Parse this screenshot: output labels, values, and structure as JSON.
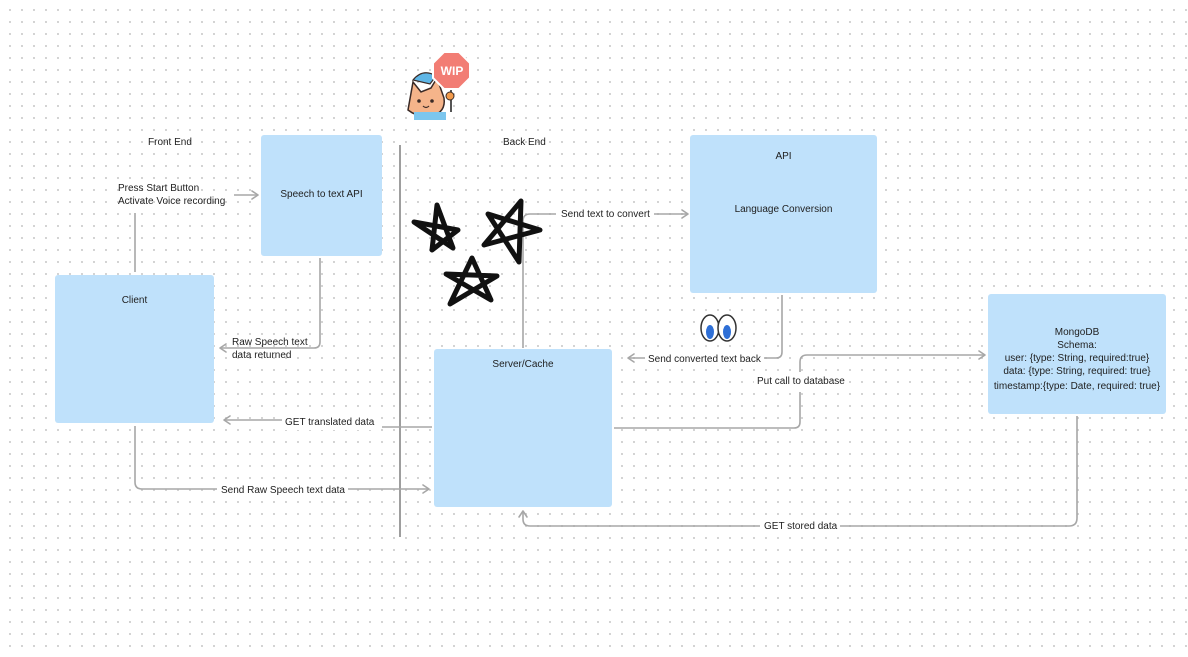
{
  "section_labels": {
    "front_end": "Front End",
    "back_end": "Back End"
  },
  "boxes": {
    "speech_api": "Speech to text API",
    "client": "Client",
    "api_title": "API",
    "api_subtitle": "Language Conversion",
    "server": "Server/Cache",
    "mongodb": {
      "title": "MongoDB",
      "schema": "Schema:",
      "user": "user: {type: String, required:true}",
      "data": "data: {type: String, required: true}",
      "timestamp": "timestamp:{type: Date, required: true}"
    }
  },
  "connector_labels": {
    "press_start_1": "Press Start Button",
    "press_start_2": "Activate Voice recording",
    "raw_speech_1": "Raw Speech text",
    "raw_speech_2": "data returned",
    "send_text": "Send text to convert",
    "send_converted": "Send converted text back",
    "get_translated": "GET translated data",
    "put_call": "Put call to database",
    "send_raw": "Send Raw Speech text data",
    "get_stored": "GET stored data"
  },
  "sticker": {
    "sign_text": "WIP",
    "sign_color": "#f27d74",
    "cat_color": "#f5b48a"
  },
  "colors": {
    "box_fill": "#bfe1fb",
    "connector": "#a7a7a7",
    "divider": "#9e9e9e"
  },
  "icons": [
    "star-icon",
    "star-icon",
    "star-icon",
    "eyes-icon",
    "cat-wip-sticker-icon"
  ]
}
